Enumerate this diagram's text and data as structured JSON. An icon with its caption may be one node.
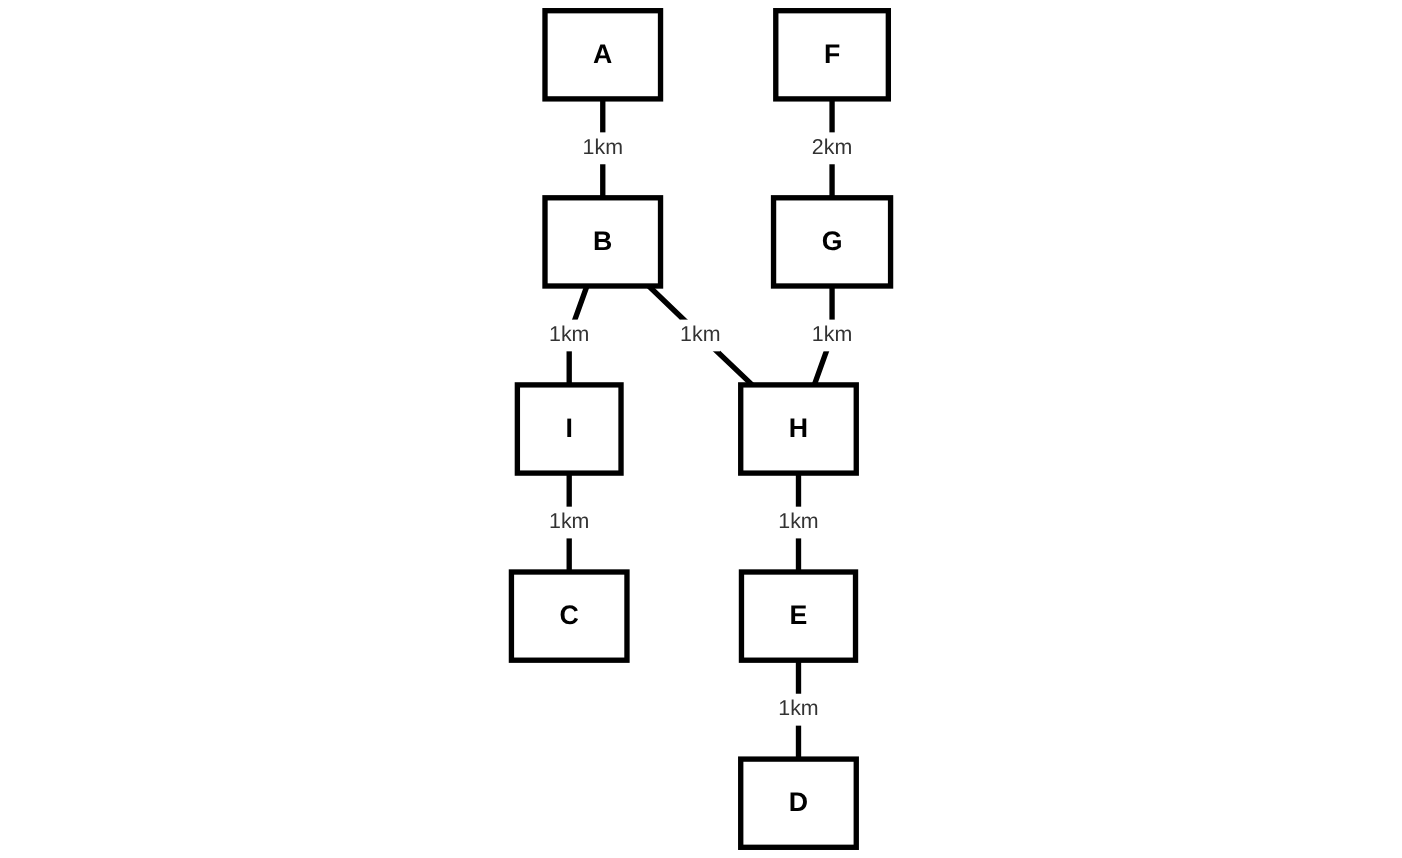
{
  "diagram": {
    "nodes": [
      {
        "text": [
          "F"
        ]
      },
      {
        "text": [
          "A"
        ]
      },
      {
        "text": [
          "B"
        ]
      },
      {
        "text": [
          "I"
        ]
      },
      {
        "text": [
          "C"
        ]
      },
      {
        "text": [
          "G"
        ]
      },
      {
        "text": [
          "H"
        ]
      },
      {
        "text": [
          "E"
        ]
      },
      {
        "text": [
          "D"
        ]
      }
    ],
    "edges": [
      {
        "from": 1,
        "to": 2,
        "arrow": "none",
        "label": "1km"
      },
      {
        "from": 0,
        "to": 5,
        "arrow": "none",
        "label": "2km"
      },
      {
        "from": 2,
        "to": 3,
        "arrow": "none",
        "label": "1km"
      },
      {
        "from": 3,
        "to": 4,
        "arrow": "none",
        "label": "1km"
      },
      {
        "from": 2,
        "to": 6,
        "arrow": "none",
        "label": "1km"
      },
      {
        "from": 5,
        "to": 6,
        "arrow": "none",
        "label": "1km"
      },
      {
        "from": 6,
        "to": 7,
        "arrow": "none",
        "label": "1km"
      },
      {
        "from": 7,
        "to": 8,
        "arrow": "none",
        "label": "1km"
      }
    ]
  }
}
